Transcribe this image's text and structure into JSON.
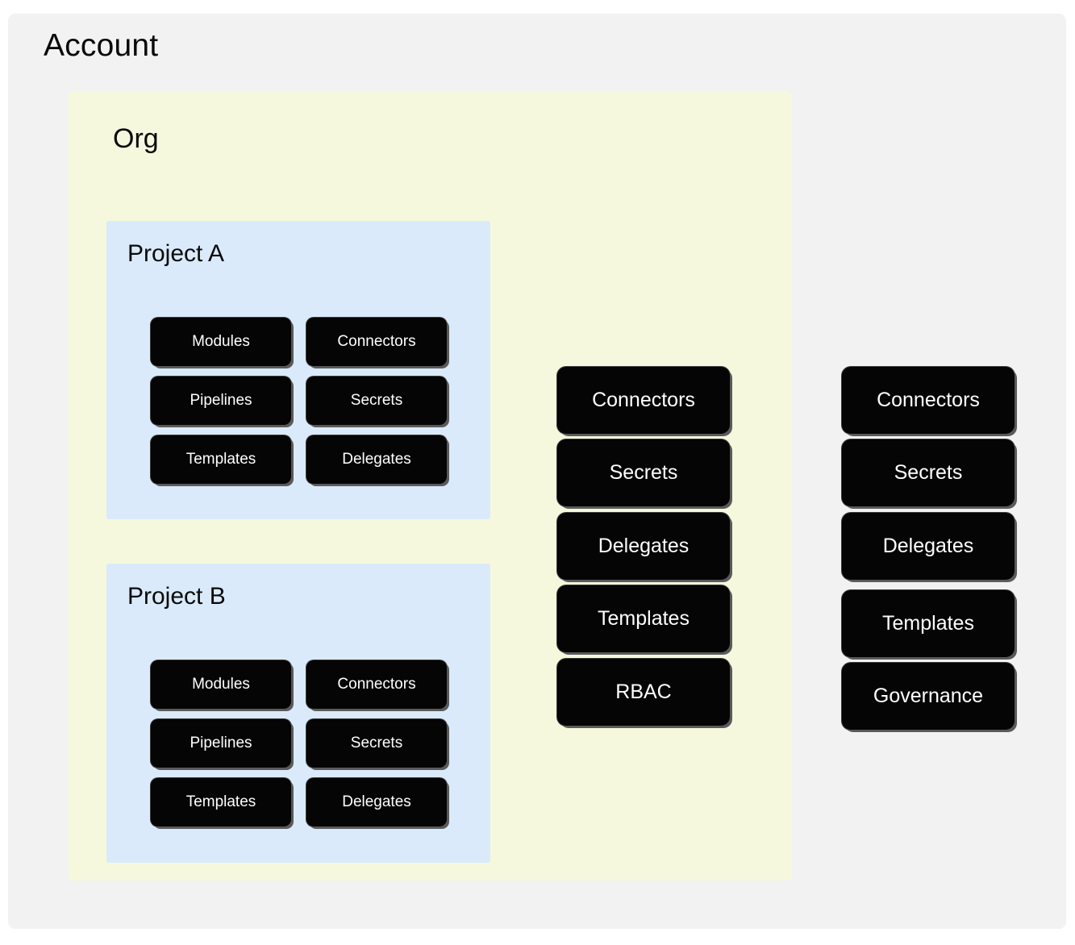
{
  "colors": {
    "canvas_bg": "#ffffff",
    "account_bg": "#f2f2f2",
    "org_bg": "#f5f8dc",
    "project_bg": "#daeafb",
    "node_bg": "#050505",
    "node_text": "#ffffff",
    "node_shadow": "#5a5a5a",
    "heading_text": "#0a0a0a"
  },
  "account": {
    "title": "Account",
    "org": {
      "title": "Org",
      "projects": [
        {
          "title": "Project A",
          "nodes": [
            "Modules",
            "Connectors",
            "Pipelines",
            "Secrets",
            "Templates",
            "Delegates"
          ]
        },
        {
          "title": "Project B",
          "nodes": [
            "Modules",
            "Connectors",
            "Pipelines",
            "Secrets",
            "Templates",
            "Delegates"
          ]
        }
      ],
      "org_level_nodes": [
        "Connectors",
        "Secrets",
        "Delegates",
        "Templates",
        "RBAC"
      ]
    },
    "account_level_nodes": [
      "Connectors",
      "Secrets",
      "Delegates",
      "Templates",
      "Governance"
    ]
  }
}
